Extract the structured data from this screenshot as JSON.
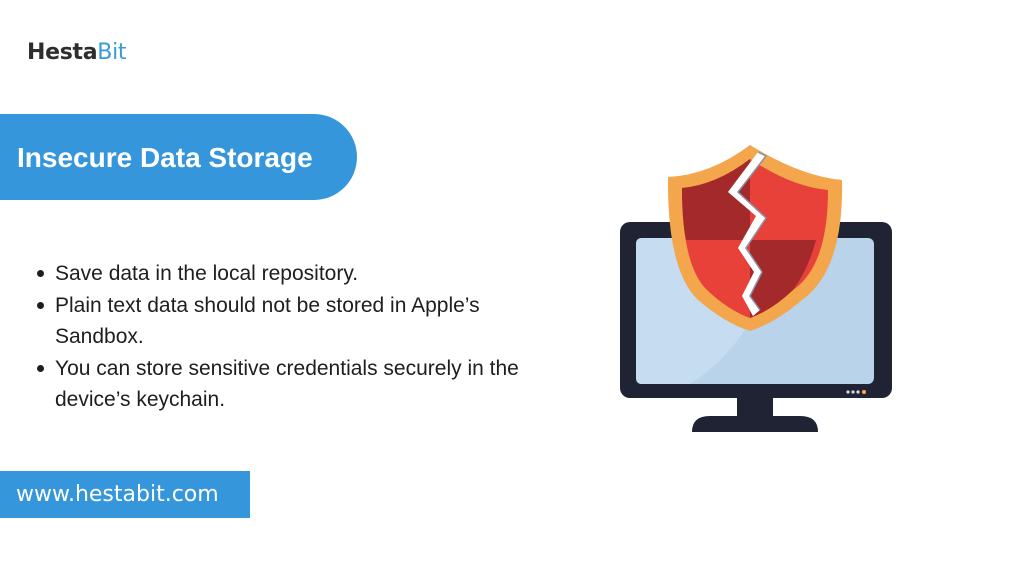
{
  "logo": {
    "part1": "Hesta",
    "part2": "Bit"
  },
  "title": "Insecure Data Storage",
  "bullets": [
    "Save data in the local repository.",
    "Plain text data should not be stored in Apple’s Sandbox.",
    "You can store sensitive credentials securely in the device’s keychain."
  ],
  "website": "www.hestabit.com",
  "illustration": {
    "icons": [
      "monitor-icon",
      "broken-shield-icon"
    ]
  },
  "colors": {
    "brand_blue": "#3596dc",
    "text_dark": "#1e1e1e",
    "monitor_frame": "#1f2333",
    "monitor_screen": "#b9d3ea",
    "shield_red": "#e8413a",
    "shield_dark_red": "#a3292a",
    "shield_border": "#f3a64c"
  }
}
